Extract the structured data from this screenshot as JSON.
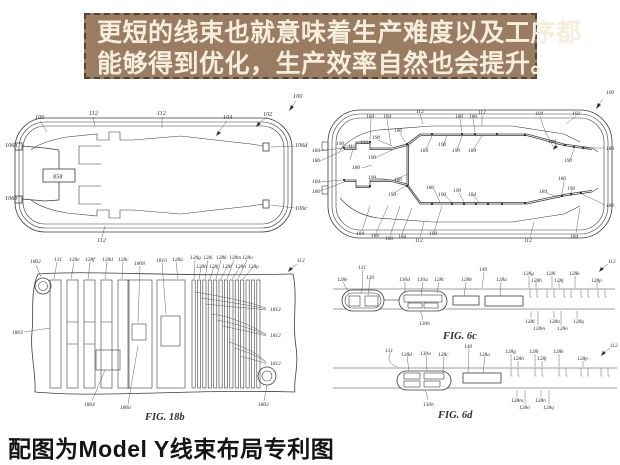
{
  "banner": {
    "lines": [
      "更短的线束也就意味着生产难度以及工序都",
      "能够得到优化，生产效率自然也会提升。"
    ],
    "colors": {
      "background": "#9a7c63",
      "border": "#55432f",
      "text": "#f5eedd"
    }
  },
  "footer": {
    "caption": "配图为Model Y线束布局专利图"
  },
  "figures": {
    "car_left": {
      "name": "vehicle-top-view-harness-overview",
      "labels": [
        "100",
        "102",
        "104",
        "112",
        "112",
        "112",
        "106",
        "106a",
        "106b",
        "106c",
        "106d",
        "858"
      ]
    },
    "car_right": {
      "name": "vehicle-top-view-harness-detailed",
      "labels": [
        "100",
        "102",
        "104",
        "112",
        "112",
        "186",
        "186",
        "184",
        "184",
        "186",
        "184",
        "186",
        "184",
        "186",
        "190",
        "112",
        "193",
        "190",
        "180",
        "180",
        "190",
        "190",
        "190",
        "184",
        "190",
        "190",
        "184",
        "186",
        "190",
        "190",
        "184",
        "184",
        "190",
        "186",
        "186",
        "190",
        "184",
        "186",
        "184",
        "184",
        "186",
        "186",
        "184",
        "112",
        "190",
        "112"
      ]
    },
    "fig18b": {
      "caption": "FIG. 18b",
      "top_labels": [
        "1802",
        "131",
        "128e",
        "128f",
        "128d",
        "128c",
        "1808",
        "1810",
        "128a"
      ],
      "cluster_row1": [
        "128g",
        "128i",
        "128k",
        "128m",
        "128o"
      ],
      "cluster_row2": [
        "128h",
        "128j",
        "128l",
        "128n",
        "128p"
      ],
      "side_label": "1803",
      "ref112": "112",
      "right_labels": [
        "1812",
        "1812",
        "1812"
      ],
      "bottom_labels": [
        "1804",
        "1806",
        "1802"
      ]
    },
    "fig6c": {
      "caption": "FIG. 6c",
      "top_labels": [
        "128e",
        "131",
        "130",
        "130d",
        "130a",
        "128c",
        "128b",
        "140",
        "128a"
      ],
      "cluster_top": [
        "128g",
        "128h",
        "128i",
        "128j",
        "128k",
        "128p"
      ],
      "cluster_bottom": [
        "128l",
        "128m",
        "128n",
        "128o",
        "128q"
      ],
      "label_130b": "130b",
      "ref112": "112"
    },
    "fig6d": {
      "caption": "FIG. 6d",
      "top_labels": [
        "131",
        "128d",
        "130a",
        "128c",
        "140",
        "128a"
      ],
      "cluster_top": [
        "128g",
        "128h",
        "128i",
        "128j",
        "128k",
        "128p"
      ],
      "cluster_bottom": [
        "128m",
        "128n",
        "128o",
        "128q"
      ],
      "label_130b": "130b",
      "ref112": "112"
    }
  }
}
